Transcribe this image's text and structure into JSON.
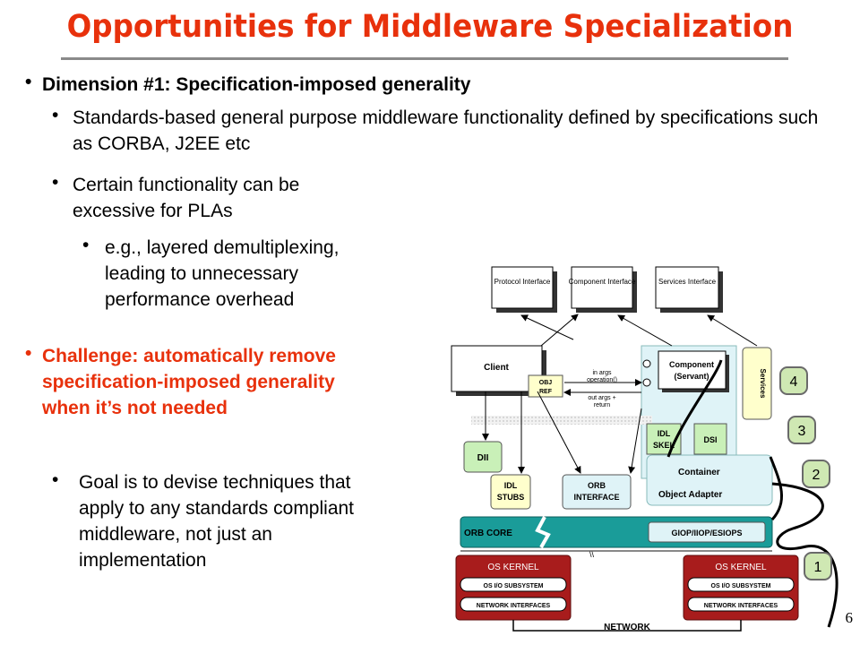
{
  "slide": {
    "title": "Opportunities for Middleware Specialization",
    "page_number": "6",
    "bullets": {
      "b1": "Dimension #1: Specification-imposed generality",
      "b1a": "Standards-based general purpose middleware functionality defined by specifications such as CORBA, J2EE etc",
      "b1b": "Certain functionality can be excessive for PLAs",
      "b1b1": "e.g., layered demultiplexing, leading to unnecessary performance overhead",
      "b2": "Challenge: automatically remove specification-imposed generality when it’s not needed",
      "b2a": "Goal is to devise techniques that apply to any standards compliant middleware, not just an implementation"
    }
  },
  "diagram": {
    "interfaces": [
      "Protocol Interface",
      "Component Interface",
      "Services Interface"
    ],
    "client": "Client",
    "obj_ref": [
      "OBJ",
      "REF"
    ],
    "in_args": "in args",
    "operation": "operation()",
    "out_args": "out args +",
    "return_label": "return",
    "component": [
      "Component",
      "(Servant)"
    ],
    "services": "Services",
    "idl_skel": [
      "IDL",
      "SKEL"
    ],
    "dsi": "DSI",
    "container": "Container",
    "object_adapter": "Object Adapter",
    "dii": "DII",
    "idl_stubs": [
      "IDL",
      "STUBS"
    ],
    "orb_interface": [
      "ORB",
      "INTERFACE"
    ],
    "orb_core": "ORB CORE",
    "giop": "GIOP/IIOP/ESIOPS",
    "os_kernel": "OS KERNEL",
    "os_io": "OS I/O SUBSYSTEM",
    "net_if": "NETWORK INTERFACES",
    "network": "NETWORK",
    "markers": [
      "4",
      "3",
      "2",
      "1"
    ],
    "colors": {
      "title_red": "#e8310c",
      "light_cyan": "#dff3f7",
      "teal": "#1a9c99",
      "dark_red": "#a81c1c",
      "light_green": "#c9f0b8",
      "light_yellow": "#ffffcc",
      "marker_green": "#cfe8b3"
    }
  }
}
